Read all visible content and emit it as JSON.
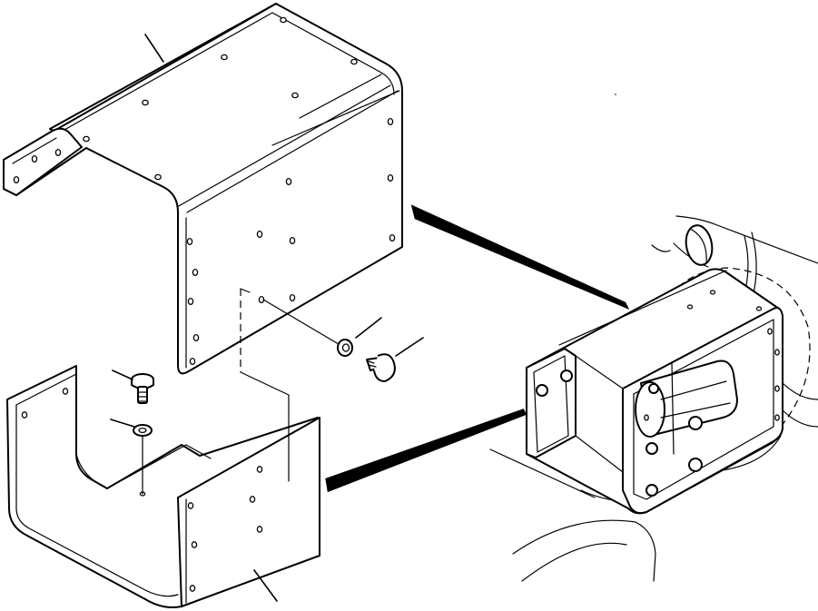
{
  "diagram": {
    "type": "exploded-parts-drawing",
    "parts": [
      {
        "id": "upper-cover",
        "icon": "bent-cover-plate"
      },
      {
        "id": "lower-cover",
        "icon": "u-channel-cover-plate"
      },
      {
        "id": "bolt-left",
        "icon": "hex-bolt"
      },
      {
        "id": "washer-left",
        "icon": "washer"
      },
      {
        "id": "washer-right",
        "icon": "washer"
      },
      {
        "id": "bolt-right",
        "icon": "hex-bolt"
      },
      {
        "id": "assembly",
        "icon": "mounted-housing-assembly"
      }
    ],
    "colors": {
      "line": "#000000",
      "background": "#ffffff"
    }
  }
}
